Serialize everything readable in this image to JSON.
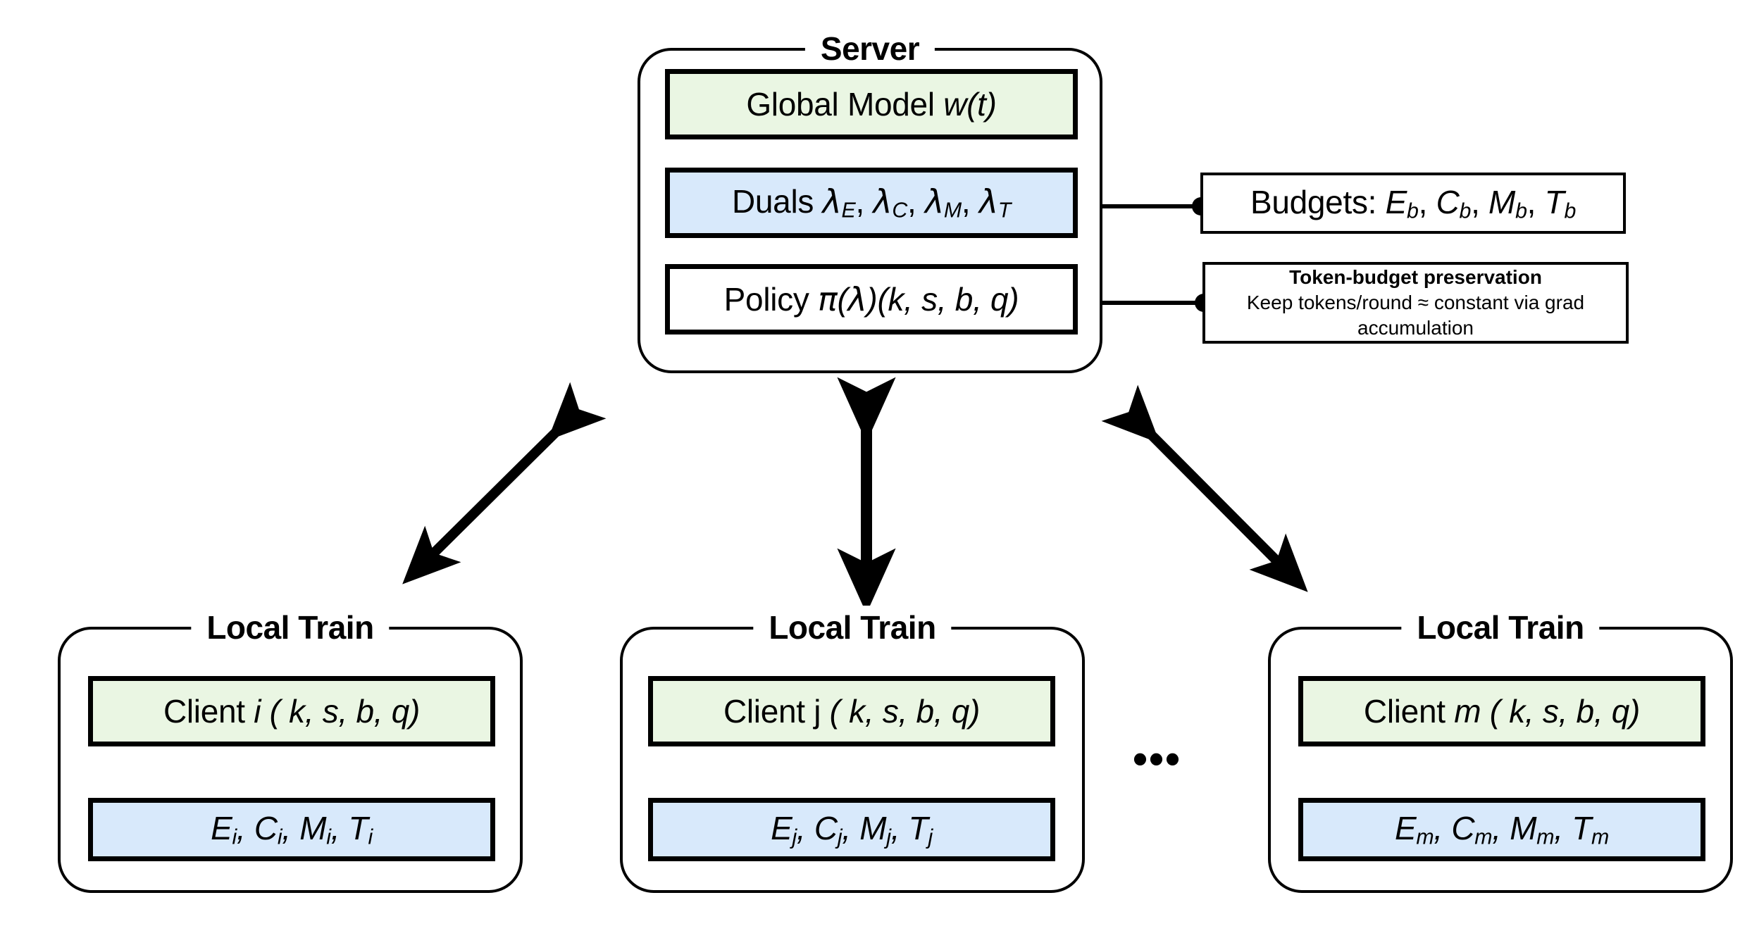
{
  "diagram": {
    "title": "Federated learning server-client budget diagram",
    "colors": {
      "model_fill": "#eaf6e3",
      "budget_fill": "#d8e9fb",
      "stroke": "#000000",
      "background": "#ffffff"
    },
    "server": {
      "title": "Server",
      "rows": [
        {
          "name": "global-model",
          "label_prefix": "Global Model ",
          "label_math": "w(t)",
          "fill": "green"
        },
        {
          "name": "duals",
          "label_prefix": "Duals ",
          "label_math": "λE, λC, λM, λT",
          "fill": "blue"
        },
        {
          "name": "policy",
          "label_prefix": "Policy ",
          "label_math": "π(λ)(k, s, b, q)",
          "fill": "plain"
        }
      ]
    },
    "notes": [
      {
        "name": "budgets-note",
        "heading": "",
        "text": "Budgets: Eb, Cb, Mb, Tb",
        "connects_to": "duals"
      },
      {
        "name": "token-budget-note",
        "heading": "Token-budget preservation",
        "text": "Keep tokens/round ≈ constant via grad accumulation",
        "connects_to": "policy"
      }
    ],
    "clients": [
      {
        "name": "client-i",
        "title": "Local Train",
        "client_label_prefix": "Client ",
        "client_index": "i",
        "client_args": "( k, s, b, q)",
        "budget_label": "Ei, Ci, Mi, Ti",
        "index_italic": true
      },
      {
        "name": "client-j",
        "title": "Local Train",
        "client_label_prefix": "Client ",
        "client_index": "j",
        "client_args": "( k, s, b, q)",
        "budget_label": "Ej, Cj, Mj, Tj",
        "index_italic": false
      },
      {
        "name": "client-m",
        "title": "Local Train",
        "client_label_prefix": "Client ",
        "client_index": "m",
        "client_args": "( k, s, b, q)",
        "budget_label": "Em, Cm, Mm, Tm",
        "index_italic": true
      }
    ],
    "ellipsis": "•••",
    "arrows": [
      {
        "name": "server-to-client-i",
        "kind": "double-headed",
        "orientation": "diagonal-up-right"
      },
      {
        "name": "server-to-client-j",
        "kind": "double-headed",
        "orientation": "vertical"
      },
      {
        "name": "server-to-client-m",
        "kind": "double-headed",
        "orientation": "diagonal-down-right"
      }
    ]
  }
}
